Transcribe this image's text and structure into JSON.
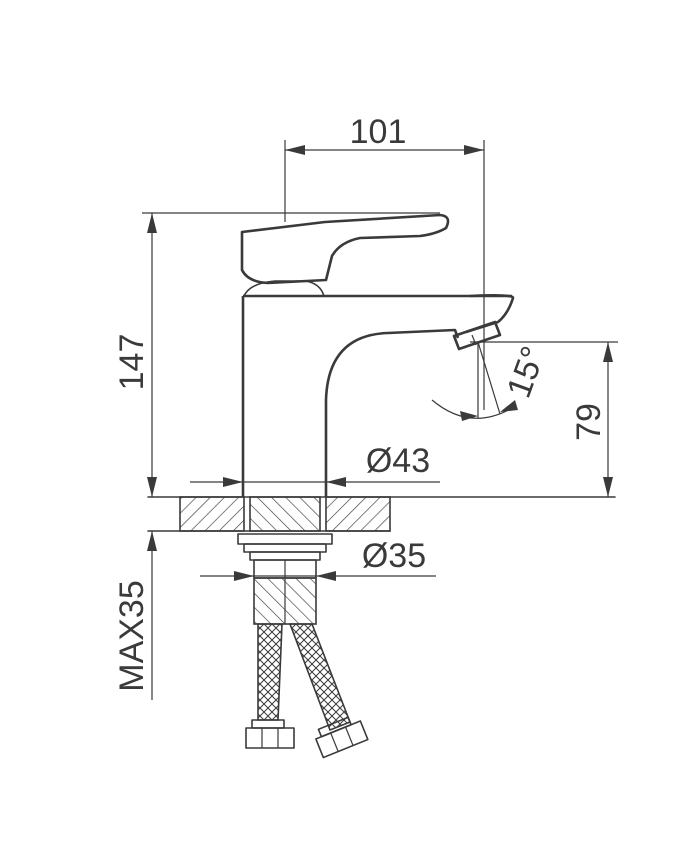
{
  "dimensions": {
    "width": "101",
    "height": "147",
    "spout_height": "79",
    "body_diameter": "Ø43",
    "hole_diameter": "Ø35",
    "max_thickness": "MAX35",
    "angle": "15°"
  }
}
